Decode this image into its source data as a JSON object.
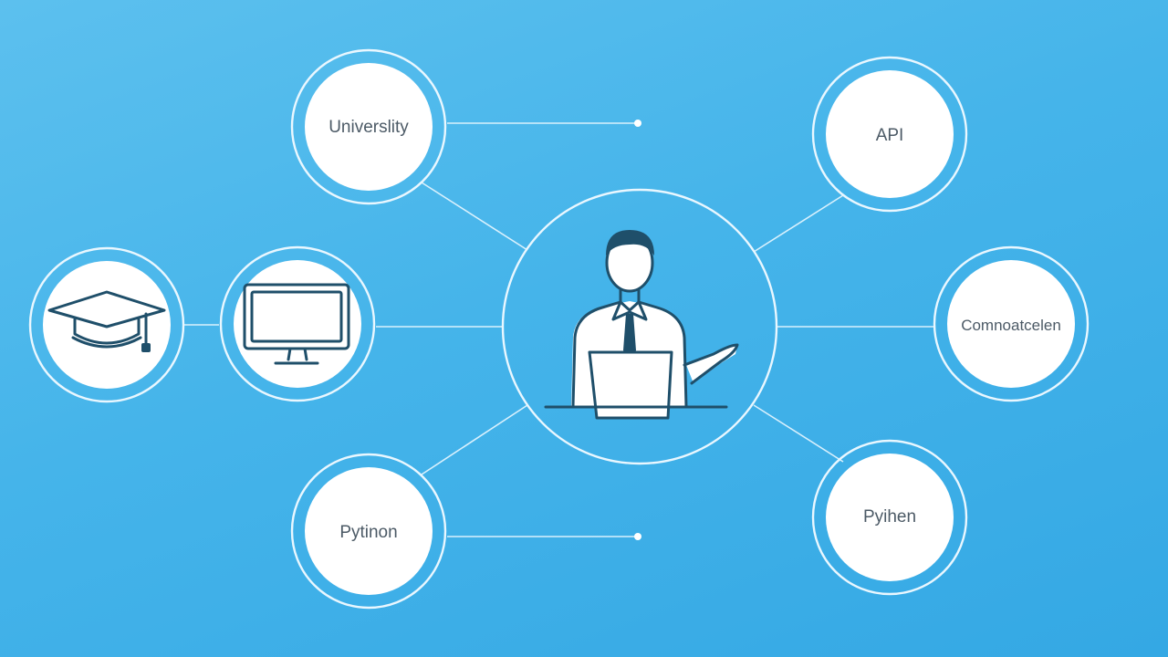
{
  "nodes": {
    "university": {
      "label": "Universlity"
    },
    "api": {
      "label": "API"
    },
    "communication": {
      "label": "Comnoatcelen"
    },
    "python_left": {
      "label": "Pytinon"
    },
    "python_right": {
      "label": "Pyihen"
    },
    "graduation": {
      "icon": "graduation-cap-icon"
    },
    "computer": {
      "icon": "monitor-icon"
    },
    "center": {
      "icon": "person-at-laptop-icon"
    }
  },
  "colors": {
    "background": "#45b4ea",
    "line": "#e9f7ff",
    "node_fill": "#ffffff",
    "ink": "#1f4f6a",
    "label": "#4c5a66"
  }
}
